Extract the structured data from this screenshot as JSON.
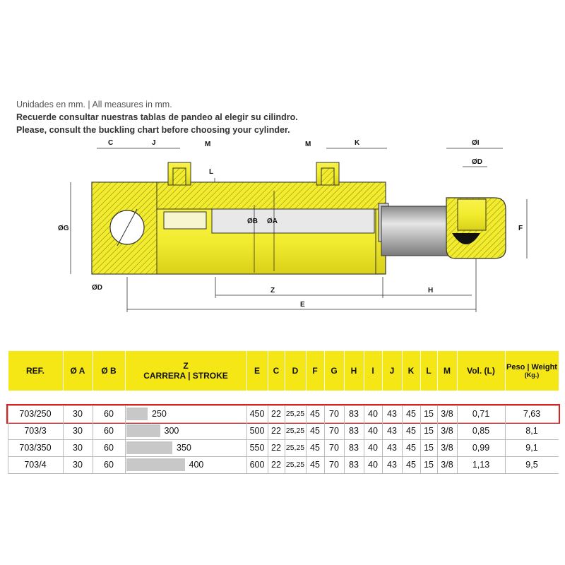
{
  "notes": {
    "line1": "Unidades en mm.  |  All measures in mm.",
    "line2": "Recuerde consultar nuestras tablas de pandeo al elegir su cilindro.",
    "line3": "Please, consult the buckling chart before choosing your cylinder."
  },
  "drawing": {
    "labels": {
      "C": "C",
      "J": "J",
      "M1": "M",
      "M2": "M",
      "K": "K",
      "L": "L",
      "OI": "ØI",
      "OD_top": "ØD",
      "OG": "ØG",
      "OD_left": "ØD",
      "OB": "ØB",
      "OA": "ØA",
      "F": "F",
      "Z": "Z",
      "H": "H",
      "E": "E"
    },
    "colors": {
      "body": "#f2ec2e",
      "body_shade": "#dad31a",
      "rod": "#a9a9a9",
      "outline": "#333333"
    }
  },
  "table": {
    "headers": {
      "ref": "REF.",
      "a": "Ø A",
      "b": "Ø B",
      "z1": "Z",
      "z2": "CARRERA | STROKE",
      "e": "E",
      "c": "C",
      "d": "D",
      "f": "F",
      "g": "G",
      "h": "H",
      "i": "I",
      "j": "J",
      "k": "K",
      "l": "L",
      "m": "M",
      "vol": "Vol. (L)",
      "peso1": "Peso | Weight",
      "peso2": "(Kg.)"
    },
    "rows": [
      {
        "ref": "703/250",
        "a": "30",
        "b": "60",
        "stroke": "250",
        "stroke_value": 250,
        "e": "450",
        "c": "22",
        "d": "25,25",
        "f": "45",
        "g": "70",
        "h": "83",
        "i": "40",
        "j": "43",
        "k": "45",
        "l": "15",
        "m": "3/8",
        "vol": "0,71",
        "weight": "7,63",
        "highlighted": true
      },
      {
        "ref": "703/3",
        "a": "30",
        "b": "60",
        "stroke": "300",
        "stroke_value": 300,
        "e": "500",
        "c": "22",
        "d": "25,25",
        "f": "45",
        "g": "70",
        "h": "83",
        "i": "40",
        "j": "43",
        "k": "45",
        "l": "15",
        "m": "3/8",
        "vol": "0,85",
        "weight": "8,1",
        "highlighted": false
      },
      {
        "ref": "703/350",
        "a": "30",
        "b": "60",
        "stroke": "350",
        "stroke_value": 350,
        "e": "550",
        "c": "22",
        "d": "25,25",
        "f": "45",
        "g": "70",
        "h": "83",
        "i": "40",
        "j": "43",
        "k": "45",
        "l": "15",
        "m": "3/8",
        "vol": "0,99",
        "weight": "9,1",
        "highlighted": false
      },
      {
        "ref": "703/4",
        "a": "30",
        "b": "60",
        "stroke": "400",
        "stroke_value": 400,
        "e": "600",
        "c": "22",
        "d": "25,25",
        "f": "45",
        "g": "70",
        "h": "83",
        "i": "40",
        "j": "43",
        "k": "45",
        "l": "15",
        "m": "3/8",
        "vol": "1,13",
        "weight": "9,5",
        "highlighted": false
      }
    ],
    "colors": {
      "header": "#f5e616",
      "stroke_bar": "#c8c8c8",
      "highlight": "#e02020"
    }
  }
}
